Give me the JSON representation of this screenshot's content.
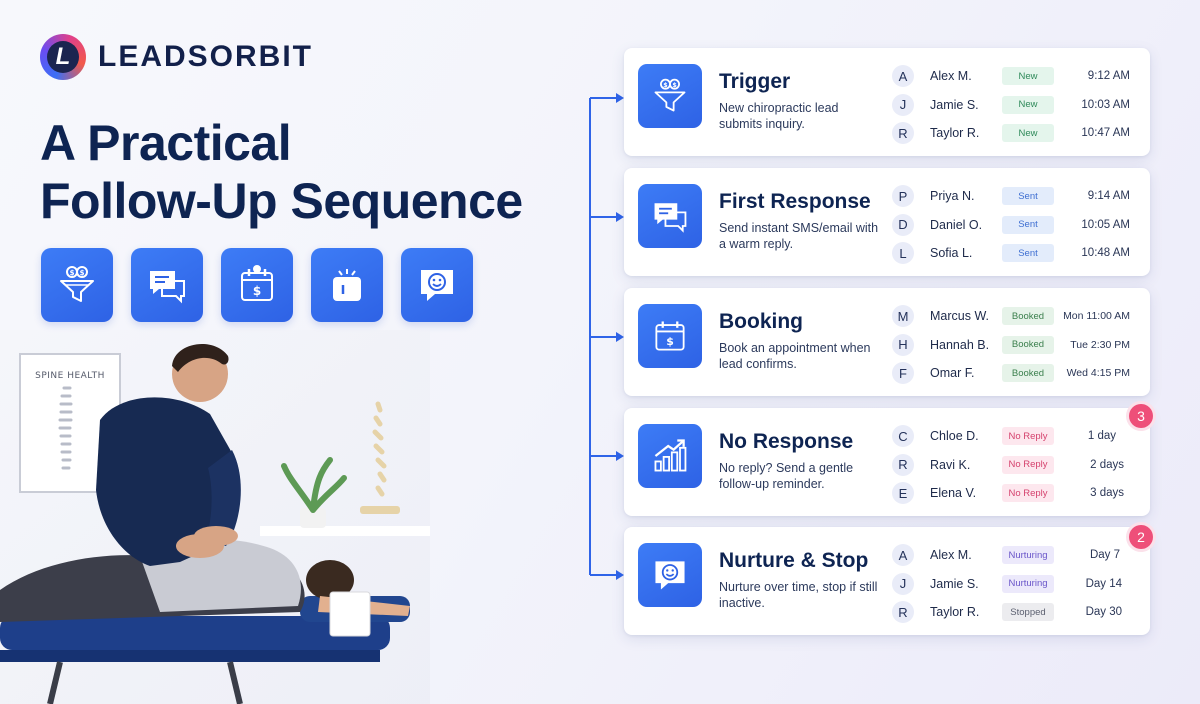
{
  "brand": {
    "name": "LEADSORBIT",
    "mark_letter": "L"
  },
  "headline": {
    "line1": "A Practical",
    "line2": "Follow-Up Sequence"
  },
  "icon_row": [
    "funnel-dollar-icon",
    "chat-bubbles-icon",
    "calendar-dollar-icon",
    "message-ping-icon",
    "smile-bubble-icon"
  ],
  "photo": {
    "poster_text": "SPINE HEALTH"
  },
  "colors": {
    "accent": "#2f64e8",
    "navy": "#0e2452",
    "alert": "#ee4f79"
  },
  "steps": [
    {
      "title": "Trigger",
      "desc": "New chiropractic lead submits inquiry.",
      "icon": "funnel-dollar-icon",
      "rows": [
        {
          "initial": "A",
          "name": "Alex M.",
          "status": "New",
          "time": "9:12 AM"
        },
        {
          "initial": "J",
          "name": "Jamie S.",
          "status": "New",
          "time": "10:03 AM"
        },
        {
          "initial": "R",
          "name": "Taylor R.",
          "status": "New",
          "time": "10:47 AM"
        }
      ]
    },
    {
      "title": "First Response",
      "desc": "Send instant SMS/email with a warm reply.",
      "icon": "chat-bubbles-icon",
      "rows": [
        {
          "initial": "P",
          "name": "Priya N.",
          "status": "Sent",
          "time": "9:14 AM"
        },
        {
          "initial": "D",
          "name": "Daniel O.",
          "status": "Sent",
          "time": "10:05 AM"
        },
        {
          "initial": "L",
          "name": "Sofia L.",
          "status": "Sent",
          "time": "10:48 AM"
        }
      ]
    },
    {
      "title": "Booking",
      "desc": "Book an appointment when lead confirms.",
      "icon": "calendar-dollar-icon",
      "rows": [
        {
          "initial": "M",
          "name": "Marcus W.",
          "status": "Booked",
          "time": "Mon 11:00 AM"
        },
        {
          "initial": "H",
          "name": "Hannah B.",
          "status": "Booked",
          "time": "Tue 2:30 PM"
        },
        {
          "initial": "F",
          "name": "Omar F.",
          "status": "Booked",
          "time": "Wed 4:15 PM"
        }
      ]
    },
    {
      "title": "No Response",
      "desc": "No reply? Send a gentle follow-up reminder.",
      "icon": "rising-chart-icon",
      "count": "3",
      "rows": [
        {
          "initial": "C",
          "name": "Chloe D.",
          "status": "No Reply",
          "time": "1 day"
        },
        {
          "initial": "R",
          "name": "Ravi K.",
          "status": "No Reply",
          "time": "2 days"
        },
        {
          "initial": "E",
          "name": "Elena V.",
          "status": "No Reply",
          "time": "3 days"
        }
      ]
    },
    {
      "title": "Nurture & Stop",
      "desc": "Nurture over time, stop if still inactive.",
      "icon": "smile-bubble-icon",
      "count": "2",
      "rows": [
        {
          "initial": "A",
          "name": "Alex M.",
          "status": "Nurturing",
          "time": "Day 7"
        },
        {
          "initial": "J",
          "name": "Jamie S.",
          "status": "Nurturing",
          "time": "Day 14"
        },
        {
          "initial": "R",
          "name": "Taylor R.",
          "status": "Stopped",
          "time": "Day 30"
        }
      ]
    }
  ]
}
